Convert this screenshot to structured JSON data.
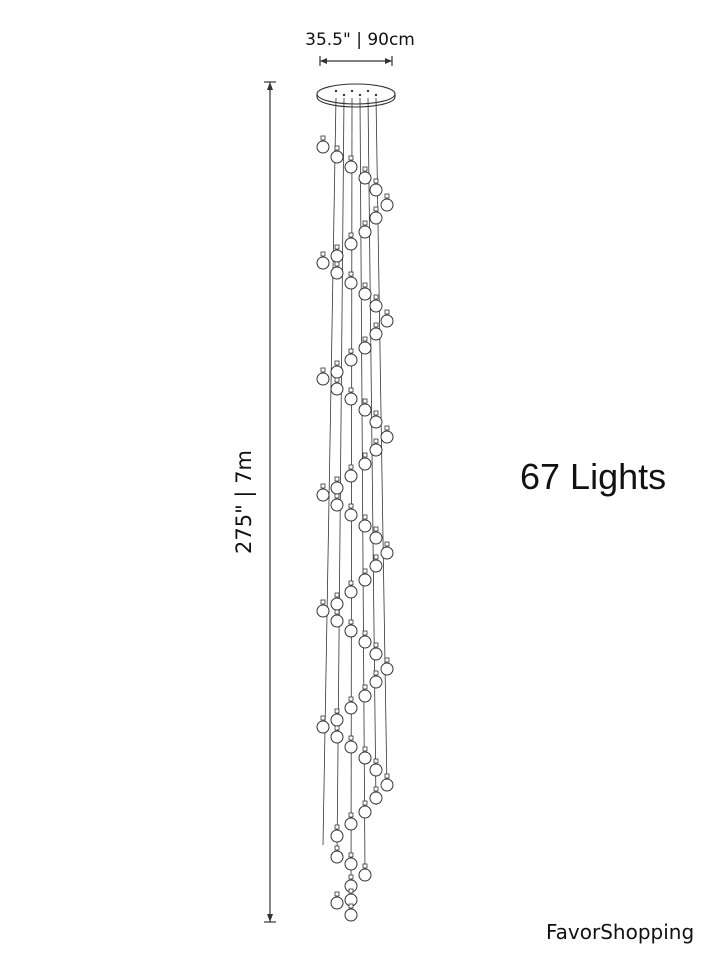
{
  "dimensions": {
    "width_label": "35.5\" | 90cm",
    "height_label": "275\" | 7m"
  },
  "product": {
    "lights_count_label": "67 Lights"
  },
  "brand": {
    "name": "FavorShopping"
  },
  "colors": {
    "line": "#333333",
    "text": "#111111",
    "background": "#ffffff"
  }
}
